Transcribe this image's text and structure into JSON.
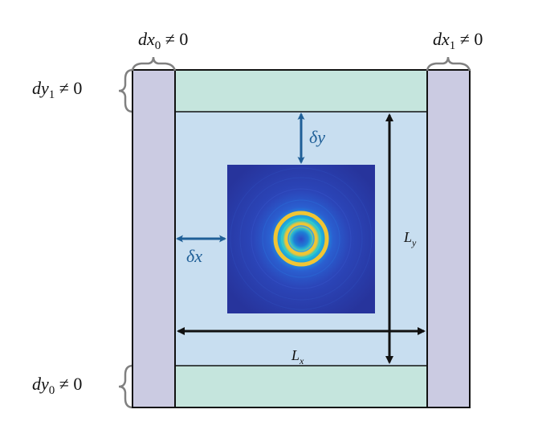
{
  "colors": {
    "pml_x_strip": "#cbcbe2",
    "pml_y_strip": "#c5e5dd",
    "domain": "#c8def0",
    "outline": "#111111",
    "delta_arrow": "#1f5f97",
    "brace": "#808080",
    "image_bg": "#2b3aa8",
    "ring_yellow": "#f0c534",
    "ring_cyan": "#1fc3d4"
  },
  "labels": {
    "dx0": {
      "base": "dx",
      "sub": "0",
      "rel": "≠ 0"
    },
    "dx1": {
      "base": "dx",
      "sub": "1",
      "rel": "≠ 0"
    },
    "dy1": {
      "base": "dy",
      "sub": "1",
      "rel": "≠ 0"
    },
    "dy0": {
      "base": "dy",
      "sub": "0",
      "rel": "≠ 0"
    },
    "delta_x": "δx",
    "delta_y": "δy",
    "Lx": {
      "base": "L",
      "sub": "x"
    },
    "Ly": {
      "base": "L",
      "sub": "y"
    }
  },
  "diagram": {
    "description": "Computational domain with PML strips on all four sides; diffraction pattern image centered; δx/δy margins; Lx/Ly extents"
  }
}
